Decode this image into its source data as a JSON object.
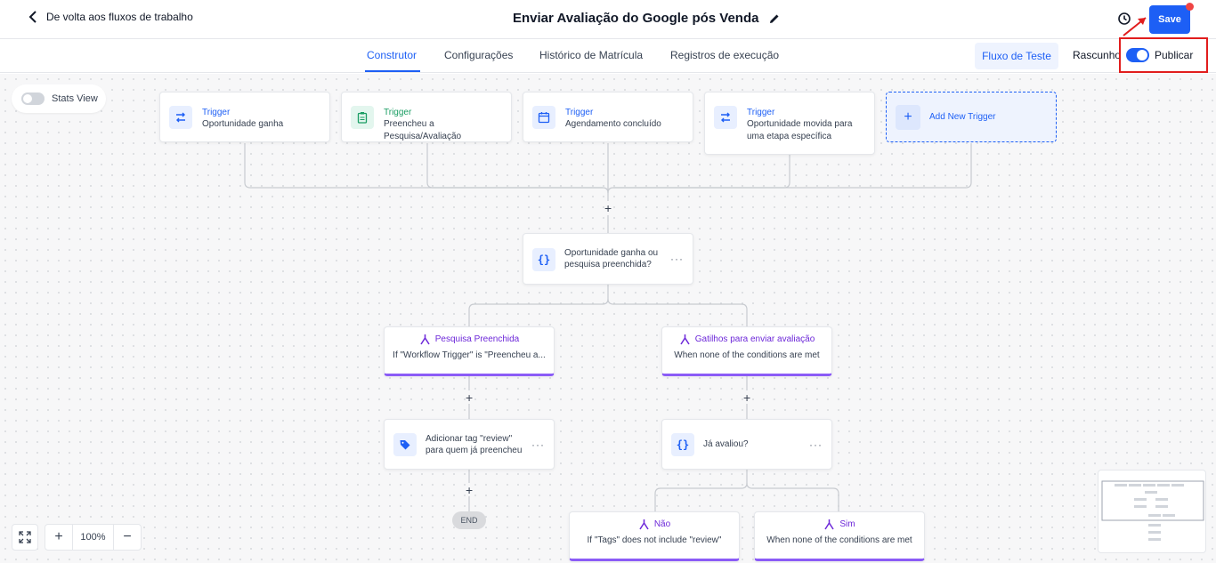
{
  "header": {
    "back_label": "De volta aos fluxos de trabalho",
    "title": "Enviar Avaliação do Google pós Venda",
    "save_label": "Save"
  },
  "tabs": [
    {
      "label": "Construtor",
      "active": true
    },
    {
      "label": "Configurações"
    },
    {
      "label": "Histórico de Matrícula"
    },
    {
      "label": "Registros de execução"
    }
  ],
  "toolbar": {
    "test_label": "Fluxo de Teste",
    "draft_label": "Rascunho",
    "publish_label": "Publicar",
    "publish_on": true
  },
  "stats_view_label": "Stats View",
  "triggers": [
    {
      "title": "Trigger",
      "subtitle": "Oportunidade ganha",
      "icon": "swap-arrows-icon"
    },
    {
      "title": "Trigger",
      "subtitle": "Preencheu a Pesquisa/Avaliação",
      "icon": "clipboard-icon"
    },
    {
      "title": "Trigger",
      "subtitle": "Agendamento concluído",
      "icon": "calendar-icon"
    },
    {
      "title": "Trigger",
      "subtitle": "Oportunidade movida para uma etapa específica",
      "icon": "swap-arrows-icon"
    }
  ],
  "add_trigger_label": "Add New Trigger",
  "condition_main": "Oportunidade ganha ou pesquisa preenchida?",
  "branches": {
    "left": {
      "title": "Pesquisa Preenchida",
      "subtitle": "If \"Workflow Trigger\" is \"Preencheu a..."
    },
    "right": {
      "title": "Gatilhos para enviar avaliação",
      "subtitle": "When none of the conditions are met"
    }
  },
  "action_tag": "Adicionar tag \"review\" para quem já preencheu",
  "condition_second": "Já avaliou?",
  "end_label": "END",
  "sub_branches": {
    "left": {
      "title": "Não",
      "subtitle": "If \"Tags\" does not include \"review\""
    },
    "right": {
      "title": "Sim",
      "subtitle": "When none of the conditions are met"
    }
  },
  "zoom": {
    "value": "100%"
  },
  "colors": {
    "accent": "#1d5ff5",
    "branch": "#8b5cf6",
    "highlight": "#e11d1d"
  }
}
